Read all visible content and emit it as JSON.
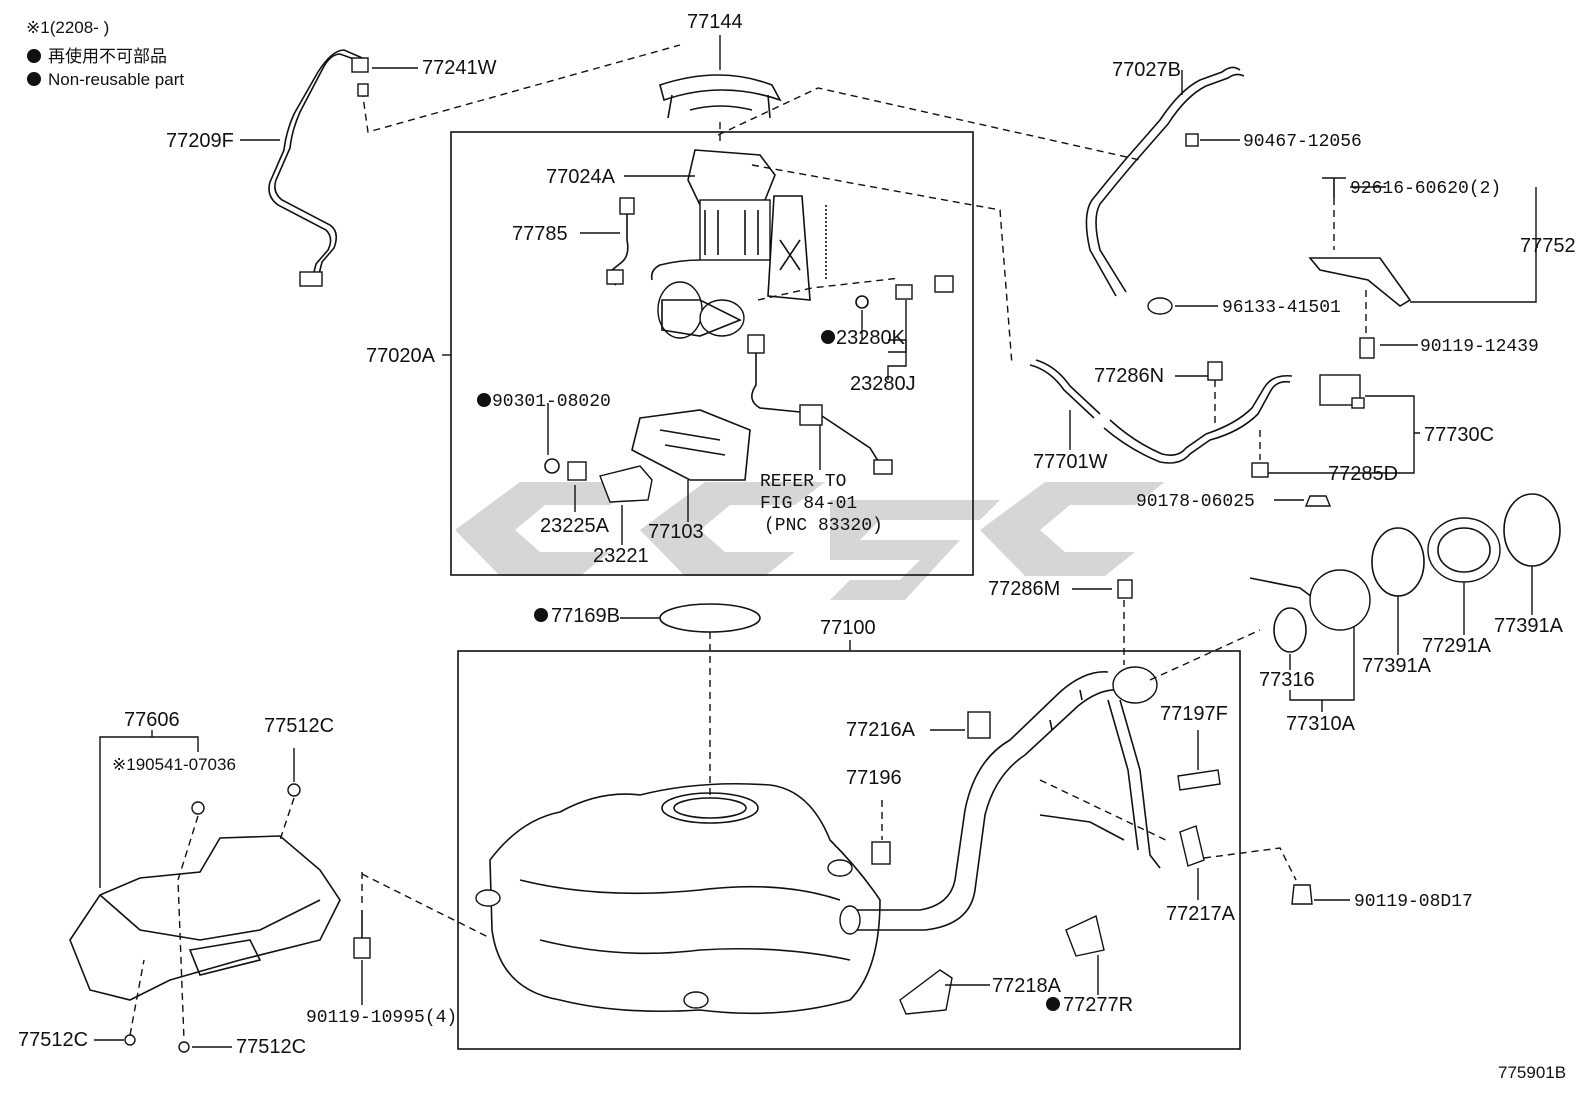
{
  "header": {
    "note_line": "※1(2208-      )",
    "legend_jp": "再使用不可部品",
    "legend_en": "Non-reusable part"
  },
  "diagram_id": "775901B",
  "refer_note": {
    "line1": "REFER TO",
    "line2": "FIG 84-01",
    "line3": "(PNC 83320)"
  },
  "labels": {
    "p77144": "77144",
    "p77241W": "77241W",
    "p77209F": "77209F",
    "p77024A": "77024A",
    "p77785": "77785",
    "p77020A": "77020A",
    "p23280K": "23280K",
    "p23280J": "23280J",
    "p90301": "90301-08020",
    "p23225A": "23225A",
    "p23221": "23221",
    "p77103": "77103",
    "p77169B": "77169B",
    "p77100": "77100",
    "p77027B": "77027B",
    "p90467": "90467-12056",
    "p92616": "92616-60620(2)",
    "p77752": "77752",
    "p96133": "96133-41501",
    "p90119_12439": "90119-12439",
    "p77286N": "77286N",
    "p77730C": "77730C",
    "p77701W": "77701W",
    "p77285D": "77285D",
    "p90178": "90178-06025",
    "p77286M": "77286M",
    "p77316": "77316",
    "p77391A_1": "77391A",
    "p77291A": "77291A",
    "p77391A_2": "77391A",
    "p77310A": "77310A",
    "p77216A": "77216A",
    "p77197F": "77197F",
    "p77196": "77196",
    "p77217A": "77217A",
    "p90119_08D17": "90119-08D17",
    "p77218A": "77218A",
    "p77277R": "77277R",
    "p77606": "77606",
    "p90541": "※190541-07036",
    "p77512C_1": "77512C",
    "p77512C_2": "77512C",
    "p77512C_3": "77512C",
    "p90119_10995": "90119-10995(4)"
  }
}
